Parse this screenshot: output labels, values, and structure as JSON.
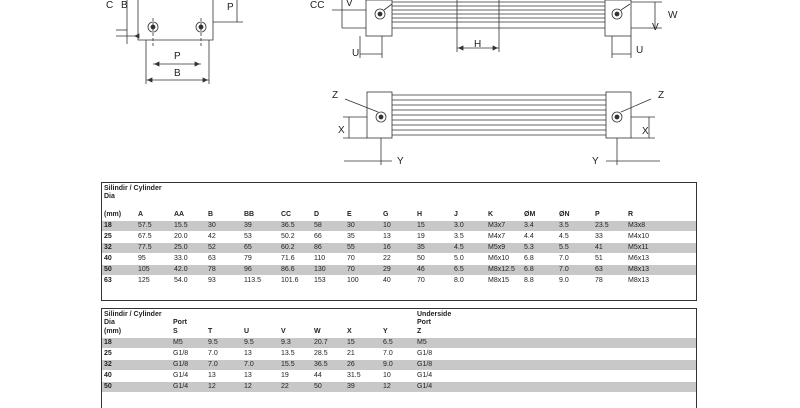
{
  "drawings": {
    "front_view_labels": [
      "C",
      "B",
      "P",
      "P",
      "B"
    ],
    "side_view_labels": [
      "CC",
      "V",
      "W",
      "V",
      "U",
      "H",
      "U"
    ],
    "bottom_view_labels": [
      "Z",
      "Z",
      "X",
      "X",
      "Y",
      "Y"
    ]
  },
  "table1": {
    "title": "Silindir / Cylinder",
    "title2": "Dia",
    "columns": [
      "(mm)",
      "A",
      "AA",
      "B",
      "BB",
      "CC",
      "D",
      "E",
      "G",
      "H",
      "J",
      "K",
      "ØM",
      "ØN",
      "P",
      "R"
    ],
    "rows": [
      [
        "18",
        "57.5",
        "15.5",
        "30",
        "39",
        "36.5",
        "58",
        "30",
        "10",
        "15",
        "3.0",
        "M3x7",
        "3.4",
        "3.5",
        "23.5",
        "M3x8"
      ],
      [
        "25",
        "67.5",
        "20.0",
        "42",
        "53",
        "50.2",
        "66",
        "35",
        "13",
        "19",
        "3.5",
        "M4x7",
        "4.4",
        "4.5",
        "33",
        "M4x10"
      ],
      [
        "32",
        "77.5",
        "25.0",
        "52",
        "65",
        "60.2",
        "86",
        "55",
        "16",
        "35",
        "4.5",
        "M5x9",
        "5.3",
        "5.5",
        "41",
        "M5x11"
      ],
      [
        "40",
        "95",
        "33.0",
        "63",
        "79",
        "71.6",
        "110",
        "70",
        "22",
        "50",
        "5.0",
        "M6x10",
        "6.8",
        "7.0",
        "51",
        "M6x13"
      ],
      [
        "50",
        "105",
        "42.0",
        "78",
        "96",
        "86.6",
        "130",
        "70",
        "29",
        "46",
        "6.5",
        "M8x12.5",
        "6.8",
        "7.0",
        "63",
        "M8x13"
      ],
      [
        "63",
        "125",
        "54.0",
        "93",
        "113.5",
        "101.6",
        "153",
        "100",
        "40",
        "70",
        "8.0",
        "M8x15",
        "8.8",
        "9.0",
        "78",
        "M8x13"
      ]
    ]
  },
  "table2": {
    "title": "Silindir / Cylinder",
    "title2": "Dia",
    "port_label": "Port",
    "underside_label": "Underside",
    "underside_port_label": "Port",
    "columns": [
      "(mm)",
      "S",
      "T",
      "U",
      "V",
      "W",
      "X",
      "Y",
      "Z"
    ],
    "rows": [
      [
        "18",
        "M5",
        "9.5",
        "9.5",
        "9.3",
        "20.7",
        "15",
        "6.5",
        "M5"
      ],
      [
        "25",
        "G1/8",
        "7.0",
        "13",
        "13.5",
        "28.5",
        "21",
        "7.0",
        "G1/8"
      ],
      [
        "32",
        "G1/8",
        "7.0",
        "7.0",
        "15.5",
        "36.5",
        "26",
        "9.0",
        "G1/8"
      ],
      [
        "40",
        "G1/4",
        "13",
        "13",
        "19",
        "44",
        "31.5",
        "10",
        "G1/4"
      ],
      [
        "50",
        "G1/4",
        "12",
        "12",
        "22",
        "50",
        "39",
        "12",
        "G1/4"
      ]
    ]
  }
}
